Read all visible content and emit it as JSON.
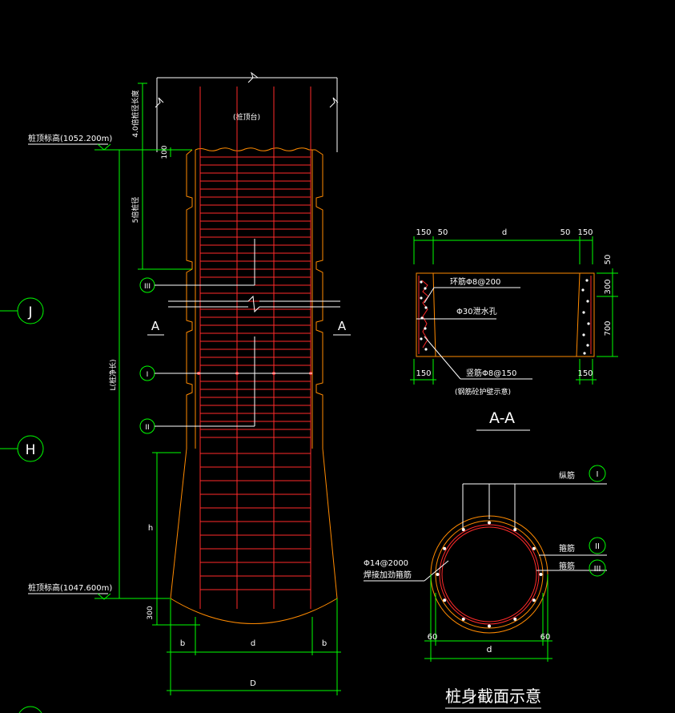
{
  "axis_bubbles": {
    "j": "J",
    "h": "H"
  },
  "elevation": {
    "top_label": "桩顶标高(1052.200m)",
    "bottom_label": "桩顶标高(1047.600m)"
  },
  "pile_elevation": {
    "dim_above_top": "4.0倍桩径长度",
    "cap_note": "(桩顶台)",
    "dim_100": "100",
    "dim_5d": "5倍桩径",
    "dim_length": "L(桩净长)",
    "dim_h": "h",
    "dim_300": "300",
    "dim_b_left": "b",
    "dim_d": "d",
    "dim_b_right": "b",
    "dim_D": "D",
    "section_mark_left": "A",
    "section_mark_right": "A",
    "rebar_tags": [
      "III",
      "I",
      "II"
    ]
  },
  "section_aa": {
    "dims_top": [
      "150",
      "50",
      "d",
      "50",
      "150"
    ],
    "dims_right": [
      "50",
      "300",
      "700"
    ],
    "dims_bottom": [
      "150",
      "150"
    ],
    "note_stirrup": "环筋Φ8@200",
    "note_drain": "Φ30泄水孔",
    "note_vertical": "竖筋Φ8@150",
    "note_vertical_sub": "(钢筋砼护壁示意)",
    "title": "A-A"
  },
  "pile_section": {
    "label_longitudinal": "纵筋",
    "label_spiral": "箍筋",
    "label_stiffener": "箍筋",
    "tags": [
      "I",
      "II",
      "III"
    ],
    "note_line1": "Φ14@2000",
    "note_line2": "焊接加劲箍筋",
    "dim_60_left": "60",
    "dim_60_right": "60",
    "dim_d": "d",
    "title": "桩身截面示意"
  },
  "colors": {
    "background": "#000000",
    "dimension": "#00ff00",
    "concrete_outline": "#ff8a00",
    "rebar": "#ff2a2a",
    "text": "#ffffff"
  }
}
